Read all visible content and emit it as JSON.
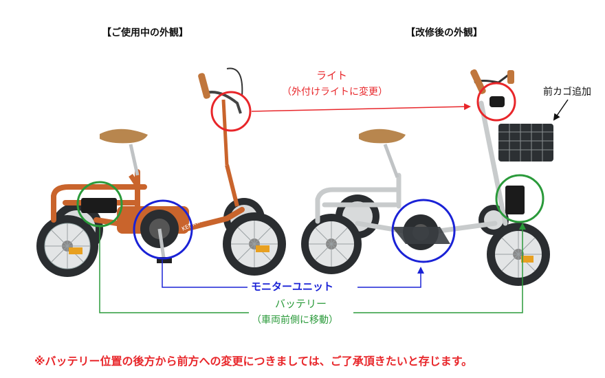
{
  "titles": {
    "before": "【ご使用中の外観】",
    "after": "【改修後の外観】"
  },
  "callouts": {
    "light": "ライト",
    "light_detail": "（外付けライトに変更）",
    "basket": "前カゴ追加",
    "monitor_unit": "モニターユニット",
    "battery": "バッテリー",
    "battery_detail": "（車両前側に移動）"
  },
  "note": "※バッテリー位置の後方から前方への変更につきましては、ご了承頂きたいと存じます。",
  "bike_logo_left": "KENKYACA",
  "colors": {
    "light": "#e8262a",
    "monitor": "#1a22d6",
    "battery": "#2a9a3a",
    "orange_frame": "#c9642c",
    "silver_frame": "#c8cbcc",
    "tire": "#2a2d30"
  }
}
